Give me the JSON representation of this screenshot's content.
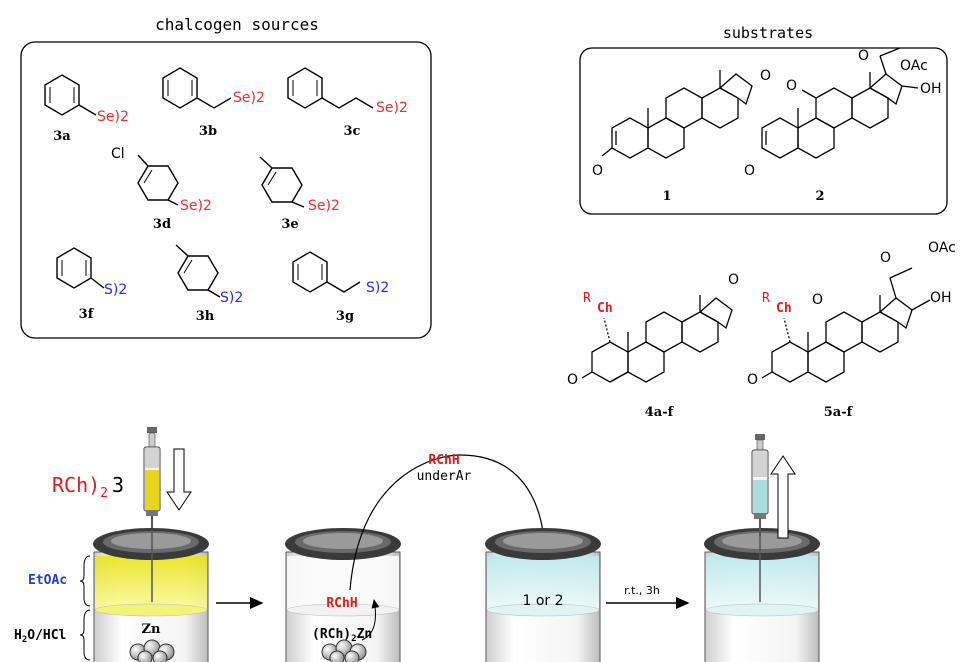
{
  "chalcogen_sources": {
    "title": "chalcogen sources",
    "items": [
      {
        "id": "3a",
        "group": "Se)2"
      },
      {
        "id": "3b",
        "group": "Se)2"
      },
      {
        "id": "3c",
        "group": "Se)2"
      },
      {
        "id": "3d",
        "group": "Se)2",
        "substituent": "Cl"
      },
      {
        "id": "3e",
        "group": "Se)2"
      },
      {
        "id": "3f",
        "group": "S)2"
      },
      {
        "id": "3h",
        "group": "S)2"
      },
      {
        "id": "3g",
        "group": "S)2"
      }
    ]
  },
  "substrates": {
    "title": "substrates",
    "items": [
      {
        "id": "1",
        "atoms": [
          "O",
          "O"
        ]
      },
      {
        "id": "2",
        "atoms": [
          "O",
          "O",
          "O",
          "OAc",
          "OH"
        ]
      }
    ]
  },
  "products": [
    {
      "id": "4a-f",
      "r_label": "R",
      "ch_label": "Ch",
      "atoms": [
        "O",
        "O"
      ]
    },
    {
      "id": "5a-f",
      "r_label": "R",
      "ch_label": "Ch",
      "atoms": [
        "O",
        "O",
        "O",
        "OAc",
        "OH"
      ]
    }
  ],
  "procedure": {
    "reagent_label": "RCh)",
    "reagent_sub": "2",
    "reagent_number": "3",
    "solvent_top": "EtOAc",
    "solvent_bottom_pre": "H",
    "solvent_bottom_sub": "2",
    "solvent_bottom_post": "O/HCl",
    "zinc": "Zn",
    "intermediate_rchh": "RChH",
    "intermediate_complex_pre": "(RCh)",
    "intermediate_complex_sub": "2",
    "intermediate_complex_post": "Zn",
    "transfer_label": "RChH",
    "transfer_condition": "underAr",
    "vial3_label": "1 or 2",
    "conditions": "r.t., 3h"
  },
  "colors": {
    "selenium": "#e8322c",
    "sulfur": "#2233cc",
    "red_label": "#e11b1b",
    "blue_label": "#1f3fd6",
    "yellow_layer": "#f1ef3a",
    "aqueous_layer": "#d8f2f2",
    "cap": "#3a3a3a"
  }
}
